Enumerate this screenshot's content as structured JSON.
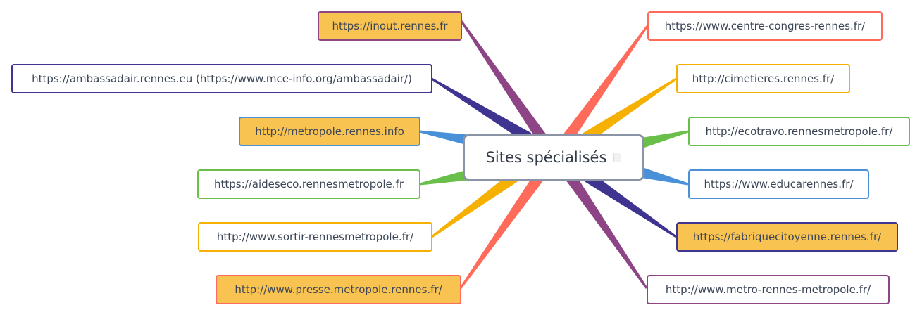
{
  "center": {
    "title": "Sites spécialisés",
    "icon": "note-icon"
  },
  "colors": {
    "purple": "#8e4585",
    "indigo": "#3f3590",
    "blue": "#4a90d9",
    "green": "#6abf4b",
    "yellow": "#f5b000",
    "red": "#ff6b5b",
    "highlight": "#f9c352"
  },
  "nodes": [
    {
      "label": "https://inout.rennes.fr",
      "color": "#8e4585",
      "highlighted": true
    },
    {
      "label": "https://ambassadair.rennes.eu (https://www.mce-info.org/ambassadair/)",
      "color": "#3f3590",
      "highlighted": false
    },
    {
      "label": "http://metropole.rennes.info",
      "color": "#4a90d9",
      "highlighted": true
    },
    {
      "label": "https://aideseco.rennesmetropole.fr",
      "color": "#6abf4b",
      "highlighted": false
    },
    {
      "label": "http://www.sortir-rennesmetropole.fr/",
      "color": "#f5b000",
      "highlighted": false
    },
    {
      "label": "http://www.presse.metropole.rennes.fr/",
      "color": "#ff6b5b",
      "highlighted": true
    },
    {
      "label": "https://www.centre-congres-rennes.fr/",
      "color": "#ff6b5b",
      "highlighted": false
    },
    {
      "label": "http://cimetieres.rennes.fr/",
      "color": "#f5b000",
      "highlighted": false
    },
    {
      "label": "http://ecotravo.rennesmetropole.fr/",
      "color": "#6abf4b",
      "highlighted": false
    },
    {
      "label": "https://www.educarennes.fr/",
      "color": "#4a90d9",
      "highlighted": false
    },
    {
      "label": "https://fabriquecitoyenne.rennes.fr/",
      "color": "#3f3590",
      "highlighted": true
    },
    {
      "label": "http://www.metro-rennes-metropole.fr/",
      "color": "#8e4585",
      "highlighted": false
    }
  ]
}
